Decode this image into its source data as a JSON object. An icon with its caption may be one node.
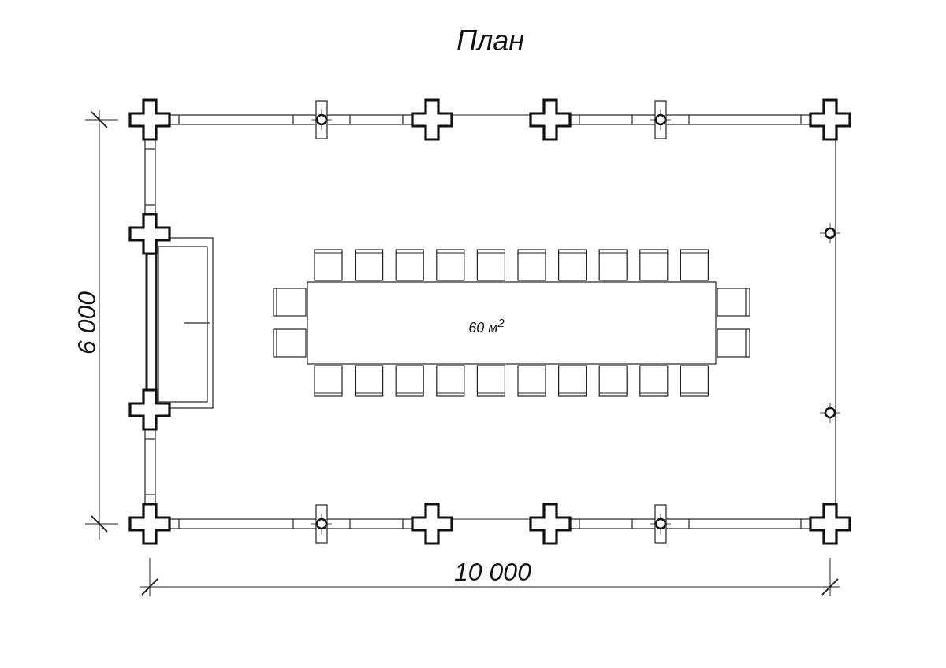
{
  "diagram": {
    "title": "План",
    "labels": [
      "6 000",
      "60 м$^{2}$",
      "10 000"
    ]
  }
}
